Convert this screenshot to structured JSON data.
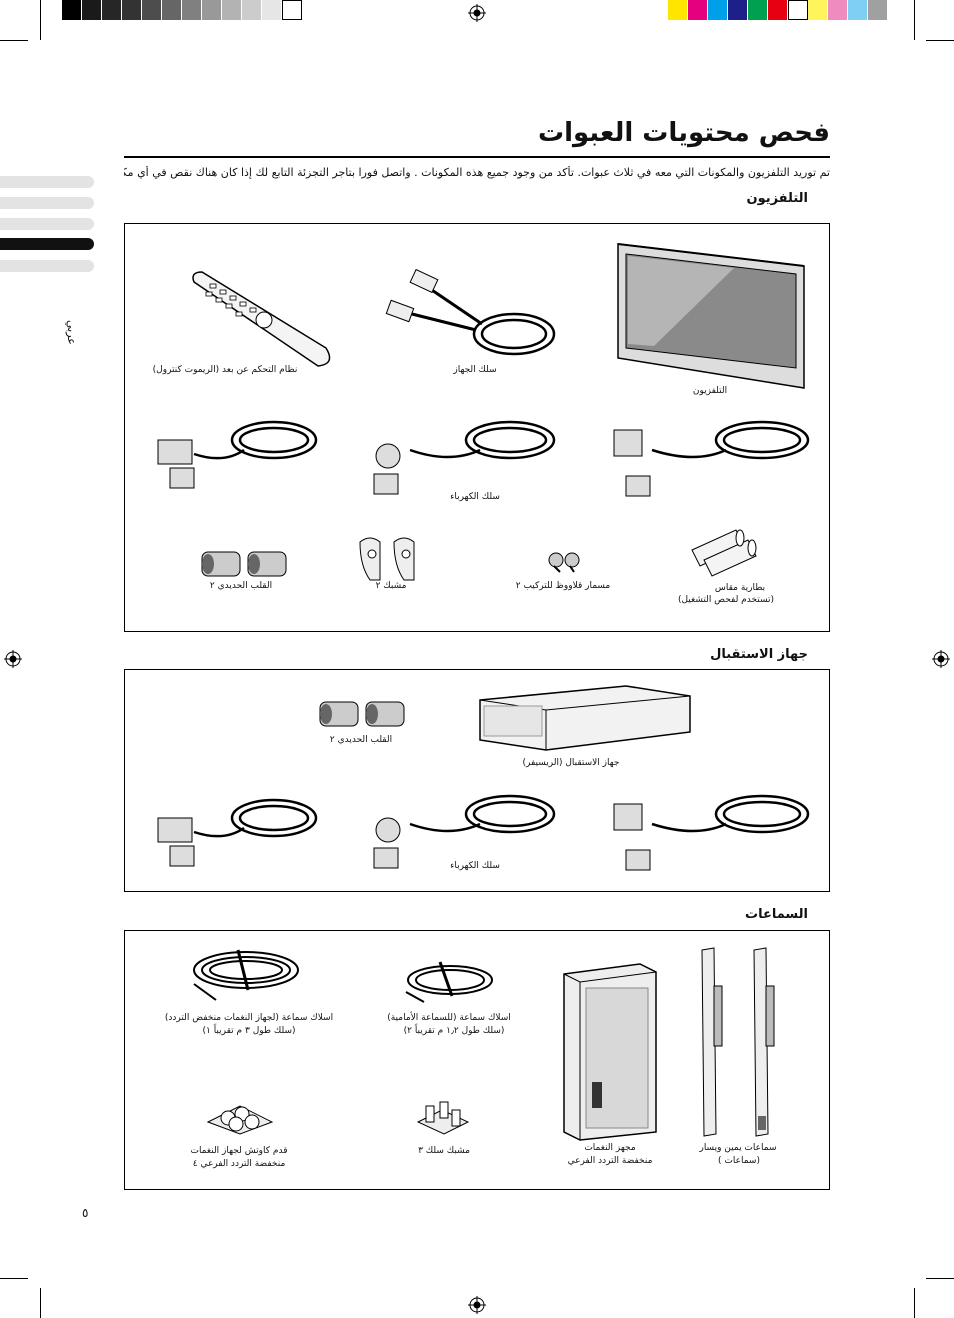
{
  "page": {
    "title": "فحص محتويات العبوات",
    "intro": "تم توريد التلفزيون والمكونات التي معه في ثلاث عبوات. تأكد من وجود جميع هذه المكونات . واتصل فورا بتاجر التجزئة التابع لك إذا كان هناك نقص في أي مكون من هذه المكونات.",
    "side_label": "عربي",
    "page_number": "٥"
  },
  "sections": {
    "tv": {
      "heading": "التلفزيون",
      "items": {
        "remote": "نظام التحكم عن بعد (الريموت كنترول)",
        "cable": "سلك الجهاز",
        "tv": "التلفزيون",
        "power": "سلك الكهرباء",
        "ferrite": "القلب الحديدي ٢",
        "clamp": "مشبك ٢",
        "screws": "مسمار قلاووظ للتركيب ٢",
        "battery_1": "بطارية مقاس",
        "battery_2": "(تستخدم لفحص التشغيل)"
      }
    },
    "receiver": {
      "heading": "جهاز الاستقبال",
      "items": {
        "ferrite": "القلب الحديدي ٢",
        "receiver": "جهاز الاستقبال (الريسيفر)",
        "power": "سلك الكهرباء"
      }
    },
    "speakers": {
      "heading": "السماعات",
      "items": {
        "sub_wire_1": "اسلاك سماعة (لجهاز النغمات منخفض التردد)",
        "sub_wire_2": "(سلك طول ٣ م تقريباً ١)",
        "front_wire_1": "اسلاك سماعة (للسماعة الأمامية)",
        "front_wire_2": "(سلك طول ١٫٢ م تقريباً ٢)",
        "feet_1": "قدم كاوتش لجهاز النغمات",
        "feet_2": "منخفضة التردد الفرعي ٤",
        "wire_clamp": "مشبك سلك ٣",
        "subwoofer_1": "مجهز النغمات",
        "subwoofer_2": "منخفضة التردد الفرعي",
        "lr_speakers_1": "سماعات يمين ويسار",
        "lr_speakers_2": "(سماعات )"
      }
    }
  },
  "colors": {
    "gray_steps": [
      "#000000",
      "#1a1a1a",
      "#262626",
      "#333333",
      "#4d4d4d",
      "#666666",
      "#808080",
      "#999999",
      "#b3b3b3",
      "#cccccc",
      "#e6e6e6",
      "#ffffff"
    ],
    "color_steps": [
      "#ffe600",
      "#e4007f",
      "#00a0e9",
      "#1d2088",
      "#00a051",
      "#e60012",
      "#ffffff",
      "#fff45c",
      "#f08bbf",
      "#7fcef4",
      "#a0a0a0"
    ]
  }
}
